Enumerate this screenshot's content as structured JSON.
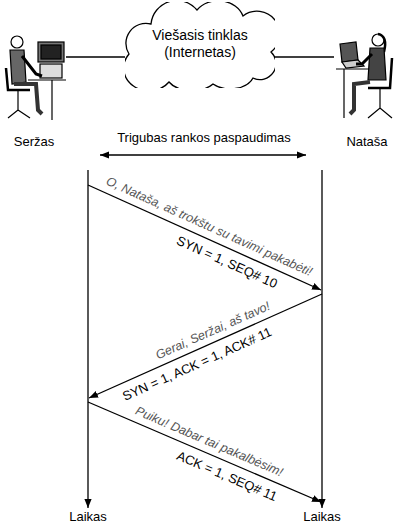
{
  "diagram": {
    "nodes": [
      {
        "text": [
          "Seržas"
        ]
      },
      {
        "text": [
          "Viešasis tinklas (Internetas)"
        ]
      },
      {
        "text": [
          "Nataša"
        ]
      }
    ],
    "edges": [
      {
        "from": 0,
        "to": 1,
        "arrow": "none"
      },
      {
        "from": 1,
        "to": 2,
        "arrow": "none"
      }
    ],
    "labels": [
      "Trigubas rankos paspaudimas",
      "O, Nataša, aš trokštu su tavimi pakabėti!",
      "SYN = 1, SEQ# 10",
      "Gerai, Seržai, aš tavo!",
      "SYN = 1, ACK = 1, ACK# 11",
      "Puiku! Dabar tai pakalbėsim!",
      "ACK = 1, SEQ# 11",
      "Laikas",
      "Laikas"
    ]
  }
}
